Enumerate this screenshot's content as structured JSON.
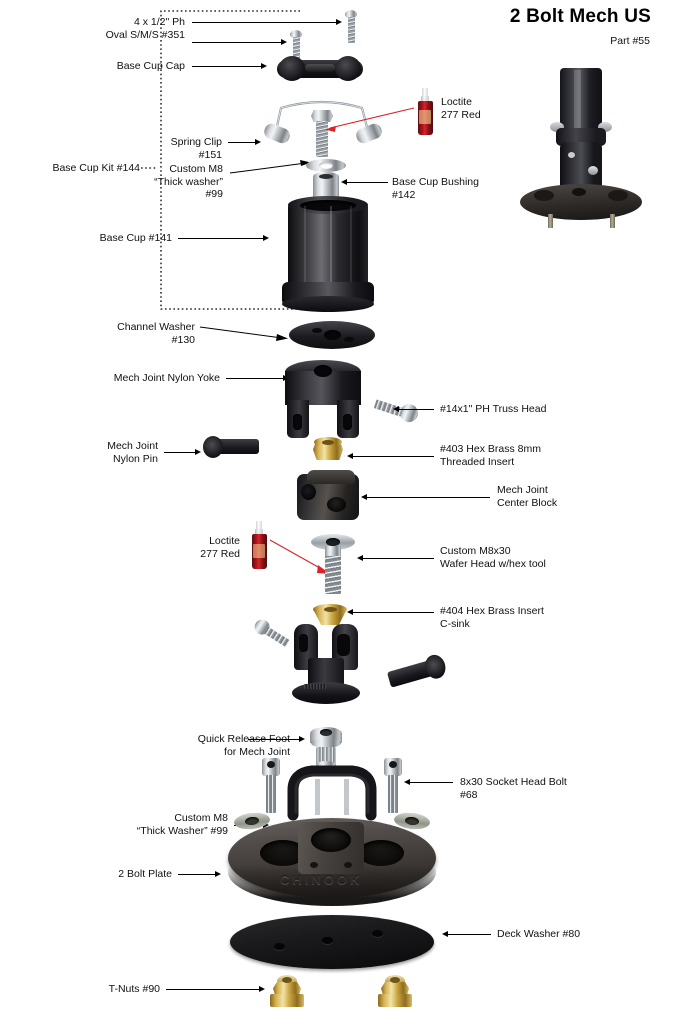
{
  "document": {
    "title": "2 Bolt Mech US",
    "part_number": "Part #55",
    "brand_emboss": "CHINOOK"
  },
  "kit_bracket": {
    "label": "Base Cup Kit #144"
  },
  "labels": [
    {
      "id": "screws-351",
      "text": "4 x 1/2\" Ph\nOval S/M/S #351",
      "name": "label-oval-screws"
    },
    {
      "id": "base-cup-cap",
      "text": "Base Cup Cap",
      "name": "label-base-cup-cap"
    },
    {
      "id": "loctite-top",
      "text": "Loctite\n277 Red",
      "name": "label-loctite-top"
    },
    {
      "id": "spring-clip",
      "text": "Spring Clip\n#151",
      "name": "label-spring-clip"
    },
    {
      "id": "thick-washer-99",
      "text": "Custom M8\n“Thick washer”\n#99",
      "name": "label-custom-m8-thick-washer"
    },
    {
      "id": "base-cup-bushing",
      "text": "Base Cup Bushing\n#142",
      "name": "label-base-cup-bushing"
    },
    {
      "id": "base-cup-141",
      "text": "Base Cup #141",
      "name": "label-base-cup"
    },
    {
      "id": "channel-washer",
      "text": "Channel Washer\n#130",
      "name": "label-channel-washer"
    },
    {
      "id": "nylon-yoke",
      "text": "Mech Joint Nylon Yoke",
      "name": "label-mech-joint-nylon-yoke"
    },
    {
      "id": "truss-head",
      "text": "#14x1\" PH Truss Head",
      "name": "label-truss-head-screw"
    },
    {
      "id": "nylon-pin",
      "text": "Mech Joint\nNylon Pin",
      "name": "label-mech-joint-nylon-pin"
    },
    {
      "id": "brass-403",
      "text": "#403 Hex Brass 8mm\nThreaded Insert",
      "name": "label-hex-brass-threaded-insert"
    },
    {
      "id": "center-block",
      "text": "Mech Joint\nCenter Block",
      "name": "label-mech-joint-center-block"
    },
    {
      "id": "loctite-mid",
      "text": "Loctite\n277 Red",
      "name": "label-loctite-mid"
    },
    {
      "id": "wafer-head",
      "text": "Custom M8x30\nWafer Head w/hex tool",
      "name": "label-custom-m8x30-wafer-head"
    },
    {
      "id": "brass-404",
      "text": "#404 Hex Brass Insert\nC-sink",
      "name": "label-hex-brass-insert-csink"
    },
    {
      "id": "qr-foot",
      "text": "Quick Release Foot\nfor Mech Joint",
      "name": "label-quick-release-foot"
    },
    {
      "id": "socket-bolt",
      "text": "8x30 Socket Head Bolt\n#68",
      "name": "label-socket-head-bolt"
    },
    {
      "id": "thick-washer-99b",
      "text": "Custom M8\n“Thick Washer” #99",
      "name": "label-custom-m8-thick-washer-lower"
    },
    {
      "id": "two-bolt-plate",
      "text": "2 Bolt Plate",
      "name": "label-2-bolt-plate"
    },
    {
      "id": "deck-washer",
      "text": "Deck Washer #80",
      "name": "label-deck-washer"
    },
    {
      "id": "t-nuts",
      "text": "T-Nuts #90",
      "name": "label-t-nuts"
    }
  ],
  "colors": {
    "loctite_red": "#c41a23",
    "brass": "#c9a43f",
    "steel": "#c3c8cd",
    "black_plastic": "#15151a",
    "plate_grey": "#4a4644",
    "line": "#000000"
  },
  "parts": [
    {
      "name": "oval-head-screw-upper",
      "kind": "screw"
    },
    {
      "name": "oval-head-screw-lower",
      "kind": "screw"
    },
    {
      "name": "base-cup-cap",
      "kind": "plastic"
    },
    {
      "name": "spring-clip-wire",
      "kind": "wire"
    },
    {
      "name": "spring-clip-barrel-left",
      "kind": "steel"
    },
    {
      "name": "spring-clip-barrel-right",
      "kind": "steel"
    },
    {
      "name": "hex-bolt",
      "kind": "steel"
    },
    {
      "name": "loctite-bottle-top",
      "kind": "bottle"
    },
    {
      "name": "thick-washer-upper",
      "kind": "steel"
    },
    {
      "name": "base-cup-bushing",
      "kind": "steel"
    },
    {
      "name": "base-cup-body",
      "kind": "plastic"
    },
    {
      "name": "channel-washer",
      "kind": "plastic"
    },
    {
      "name": "mech-joint-nylon-yoke",
      "kind": "plastic"
    },
    {
      "name": "truss-head-screw",
      "kind": "screw"
    },
    {
      "name": "mech-joint-nylon-pin",
      "kind": "plastic"
    },
    {
      "name": "hex-brass-insert-403",
      "kind": "brass"
    },
    {
      "name": "mech-joint-center-block",
      "kind": "plastic"
    },
    {
      "name": "loctite-bottle-mid",
      "kind": "bottle"
    },
    {
      "name": "wafer-head-bolt",
      "kind": "steel"
    },
    {
      "name": "hex-brass-insert-404",
      "kind": "brass"
    },
    {
      "name": "lower-yoke",
      "kind": "plastic"
    },
    {
      "name": "lower-pin",
      "kind": "plastic"
    },
    {
      "name": "lower-truss-screw",
      "kind": "screw"
    },
    {
      "name": "quick-release-foot",
      "kind": "steel"
    },
    {
      "name": "socket-head-bolt-left",
      "kind": "steel"
    },
    {
      "name": "socket-head-bolt-right",
      "kind": "steel"
    },
    {
      "name": "qr-bracket",
      "kind": "plastic"
    },
    {
      "name": "thick-washer-left",
      "kind": "steel"
    },
    {
      "name": "thick-washer-right",
      "kind": "steel"
    },
    {
      "name": "two-bolt-plate",
      "kind": "plate"
    },
    {
      "name": "deck-washer",
      "kind": "rubber"
    },
    {
      "name": "t-nut-left",
      "kind": "brass"
    },
    {
      "name": "t-nut-right",
      "kind": "brass"
    },
    {
      "name": "assembled-mast-base",
      "kind": "photo"
    }
  ]
}
